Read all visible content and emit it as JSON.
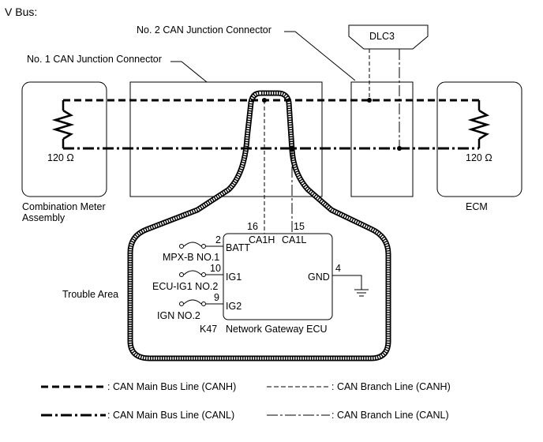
{
  "diagram": {
    "title": "V Bus:",
    "labels": {
      "no2_connector": "No. 2 CAN Junction Connector",
      "no1_connector": "No. 1 CAN Junction Connector",
      "dlc3": "DLC3",
      "combination_meter": "Combination Meter",
      "assembly": "Assembly",
      "ecm": "ECM",
      "resistor_left": "120 Ω",
      "resistor_right": "120 Ω",
      "trouble_area": "Trouble Area"
    },
    "gateway_ecu": {
      "connector_id": "K47",
      "name": "Network Gateway ECU",
      "pins": {
        "ca1h_num": "16",
        "ca1h": "CA1H",
        "ca1l_num": "15",
        "ca1l": "CA1L",
        "batt_num": "2",
        "batt": "BATT",
        "ig1_num": "10",
        "ig1": "IG1",
        "ig2_num": "9",
        "ig2": "IG2",
        "gnd_num": "4",
        "gnd": "GND"
      },
      "fuses": {
        "mpxb": "MPX-B NO.1",
        "ecuig1": "ECU-IG1 NO.2",
        "ign": "IGN NO.2"
      }
    },
    "legend": {
      "main_canh": ": CAN Main Bus Line (CANH)",
      "branch_canh": ": CAN Branch Line (CANH)",
      "main_canl": ": CAN Main Bus Line (CANL)",
      "branch_canl": ": CAN Branch Line (CANL)"
    }
  }
}
